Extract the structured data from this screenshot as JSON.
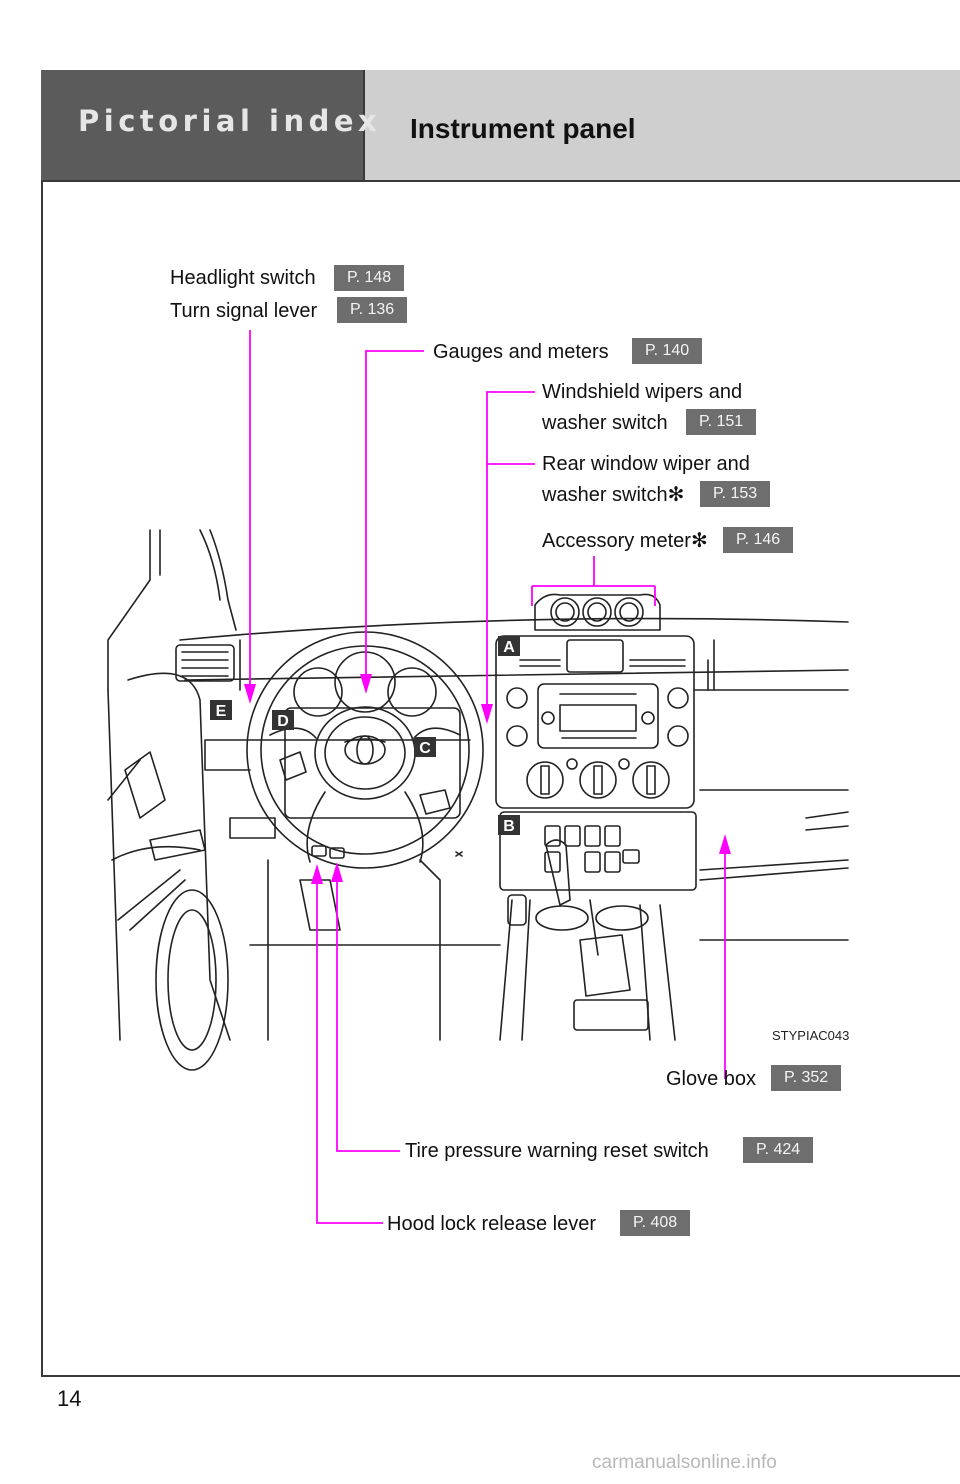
{
  "header": {
    "section": "Pictorial index",
    "title": "Instrument panel"
  },
  "callouts": {
    "headlight": {
      "label": "Headlight switch",
      "ref": "P. 148"
    },
    "turn_signal": {
      "label": "Turn signal lever",
      "ref": "P. 136"
    },
    "gauges": {
      "label": "Gauges and meters",
      "ref": "P. 140"
    },
    "wipers_line1": "Windshield wipers and",
    "wipers_line2": "washer switch",
    "wipers_ref": "P. 151",
    "rear_wiper_line1": "Rear window wiper and",
    "rear_wiper_line2": "washer switch",
    "rear_wiper_ref": "P. 153",
    "accessory": {
      "label": "Accessory meter",
      "ref": "P. 146"
    },
    "glove_box": {
      "label": "Glove box",
      "ref": "P. 352"
    },
    "tire_pressure": {
      "label": "Tire pressure warning reset switch",
      "ref": "P. 424"
    },
    "hood_lock": {
      "label": "Hood lock release lever",
      "ref": "P. 408"
    }
  },
  "asterisk": "✻",
  "markers": {
    "a": "A",
    "b": "B",
    "c": "C",
    "d": "D",
    "e": "E"
  },
  "image_code": "STYPIAC043",
  "page_number": "14",
  "watermark": "carmanualsonline.info",
  "colors": {
    "leader_line": "#ff00ff",
    "ref_badge": "#6e6e6e",
    "header_dark": "#5b5b5b",
    "header_light": "#cfcfcf"
  }
}
